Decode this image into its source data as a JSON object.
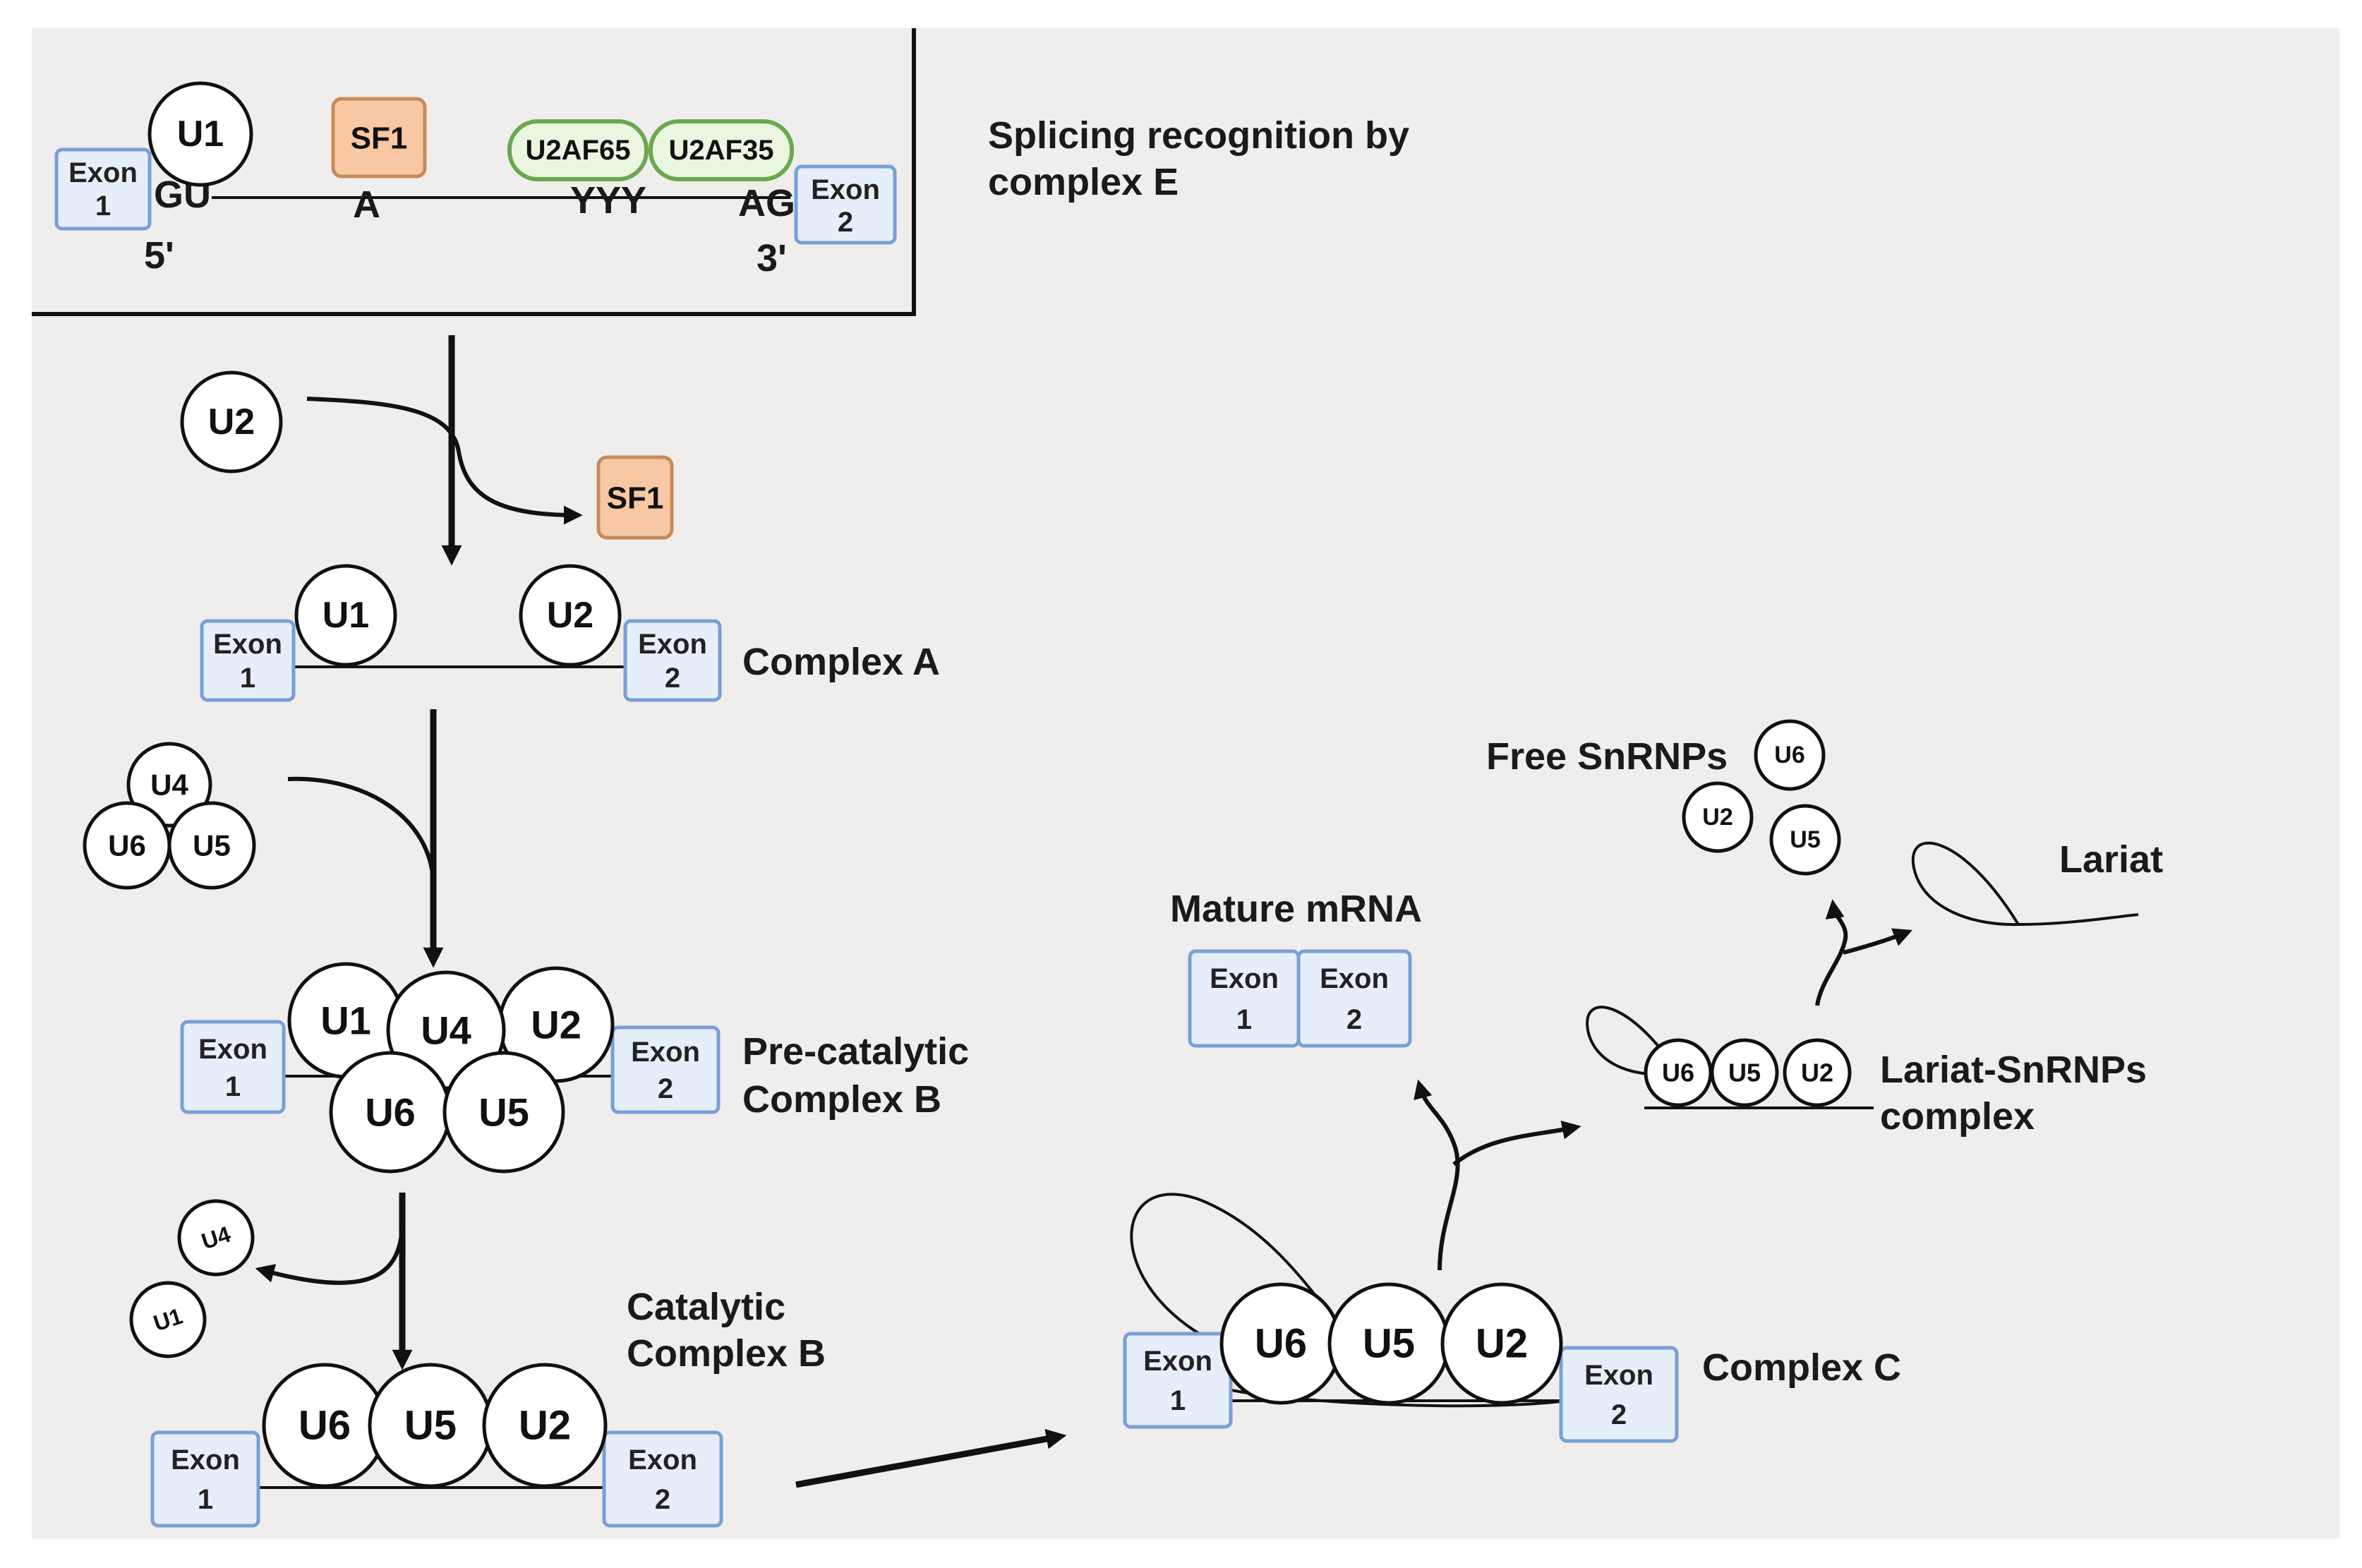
{
  "labels": {
    "complex_e_line1": "Splicing recognition by",
    "complex_e_line2": "complex E",
    "complex_a": "Complex A",
    "pre_catalytic_line1": "Pre-catalytic",
    "pre_catalytic_line2": "Complex B",
    "catalytic_line1": "Catalytic",
    "catalytic_line2": "Complex B",
    "complex_c": "Complex C",
    "mature_mrna": "Mature mRNA",
    "free_snrnps": "Free SnRNPs",
    "lariat": "Lariat",
    "lariat_snrnps_line1": "Lariat-SnRNPs",
    "lariat_snrnps_line2": "complex"
  },
  "exon": {
    "word": "Exon",
    "num1": "1",
    "num2": "2"
  },
  "snrnps": {
    "u1": "U1",
    "u2": "U2",
    "u4": "U4",
    "u5": "U5",
    "u6": "U6"
  },
  "factors": {
    "sf1": "SF1",
    "u2af65": "U2AF65",
    "u2af35": "U2AF35"
  },
  "sites": {
    "gu": "GU",
    "a": "A",
    "yyy": "YYY",
    "ag": "AG",
    "five_prime": "5'",
    "three_prime": "3'"
  },
  "colors": {
    "background": "#efeeed",
    "exon_fill": "#e6eef9",
    "exon_stroke": "#7a9fd6",
    "sf1_fill": "#f7c8a3",
    "sf1_stroke": "#c98a5a",
    "u2af_fill": "#eaf6df",
    "u2af_stroke": "#6aa84f"
  }
}
